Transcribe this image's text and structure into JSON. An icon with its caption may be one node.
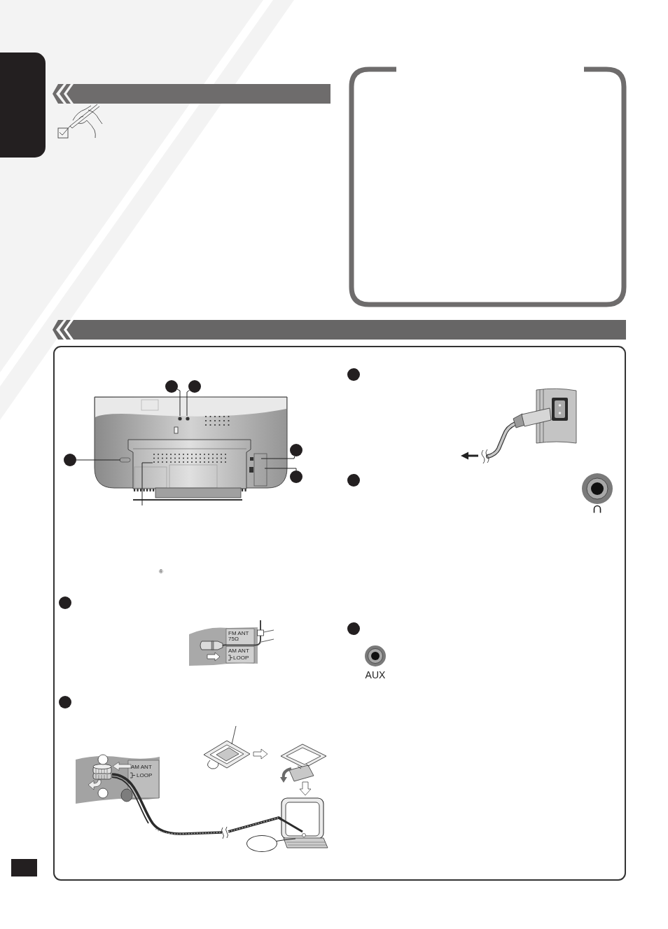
{
  "diagram": {
    "nodes": [
      {
        "text": [],
        "shape": "box"
      },
      {
        "text": [],
        "shape": "circle"
      },
      {
        "text": [],
        "shape": "circle"
      },
      {
        "text": [],
        "shape": "circle"
      },
      {
        "text": [],
        "shape": "circle"
      },
      {
        "text": [],
        "shape": "circle"
      },
      {
        "text": [],
        "shape": "circle"
      },
      {
        "text": [],
        "shape": "circle"
      },
      {
        "text": [],
        "shape": "oval"
      },
      {
        "text": [],
        "shape": "circle"
      },
      {
        "text": [],
        "shape": "circle"
      },
      {
        "text": [],
        "shape": "circle"
      }
    ],
    "edges": [
      {
        "from": 1,
        "to": null,
        "arrow": "none"
      },
      {
        "from": 2,
        "to": null,
        "arrow": "none"
      },
      {
        "from": 3,
        "to": null,
        "arrow": "none"
      },
      {
        "from": 4,
        "to": null,
        "arrow": "none"
      },
      {
        "from": 5,
        "to": null,
        "arrow": "none"
      },
      {
        "from": 8,
        "to": null,
        "arrow": "none"
      }
    ],
    "labels": [
      "®",
      "FM ANT 75Ω",
      "AM ANT",
      "LOOP",
      "AUX",
      "AM ANT",
      "LOOP"
    ]
  }
}
